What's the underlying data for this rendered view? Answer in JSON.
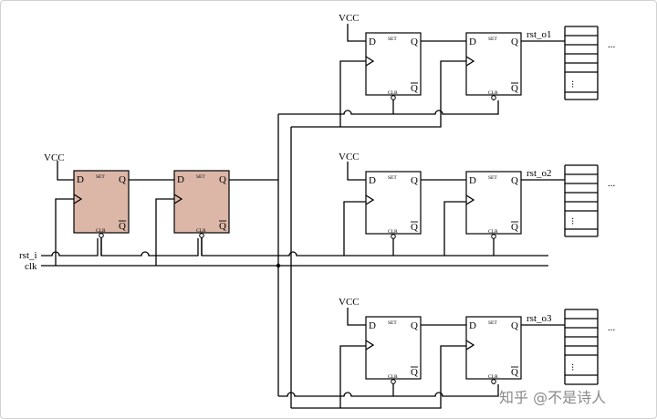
{
  "signals": {
    "vcc": "VCC",
    "rst_i": "rst_i",
    "clk": "clk",
    "rst_o1": "rst_o1",
    "rst_o2": "rst_o2",
    "rst_o3": "rst_o3",
    "ellipsis": "..."
  },
  "flipflop": {
    "d": "D",
    "q": "Q",
    "qbar": "Q",
    "set": "SET",
    "clr": "CLR"
  },
  "watermark": "知乎 @不是诗人"
}
